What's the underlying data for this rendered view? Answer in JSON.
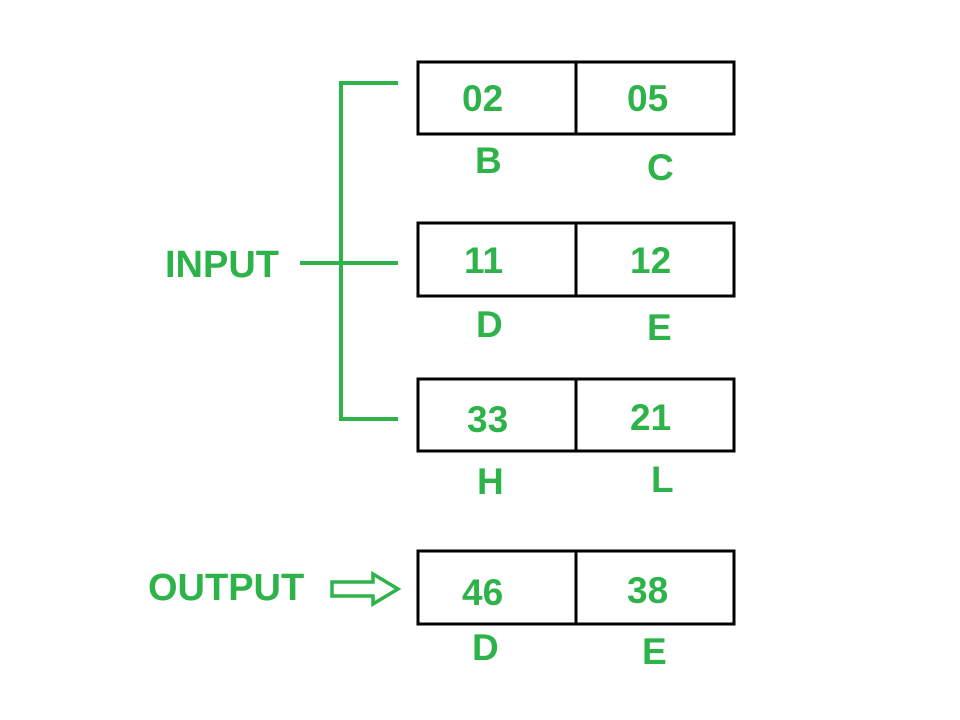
{
  "colors": {
    "label": "#2db34a",
    "box_border": "#000000",
    "background": "#ffffff"
  },
  "input_label": "INPUT",
  "output_label": "OUTPUT",
  "input_pairs": [
    {
      "left": {
        "value": "02",
        "register": "B"
      },
      "right": {
        "value": "05",
        "register": "C"
      }
    },
    {
      "left": {
        "value": "11",
        "register": "D"
      },
      "right": {
        "value": "12",
        "register": "E"
      }
    },
    {
      "left": {
        "value": "33",
        "register": "H"
      },
      "right": {
        "value": "21",
        "register": "L"
      }
    }
  ],
  "output_pair": {
    "left": {
      "value": "46",
      "register": "D"
    },
    "right": {
      "value": "38",
      "register": "E"
    }
  },
  "icons": {
    "input_bracket": "bracket-connector-icon",
    "output_arrow": "hollow-right-arrow-icon"
  }
}
